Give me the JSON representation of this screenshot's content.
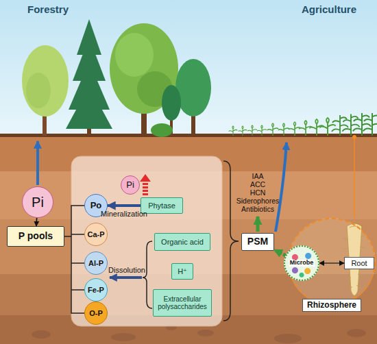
{
  "diagram": {
    "nodes": [
      {
        "text": [
          "Pi"
        ]
      },
      {
        "text": [
          "P pools"
        ]
      },
      {
        "text": [
          "Po"
        ]
      },
      {
        "text": [
          "Ca-P"
        ]
      },
      {
        "text": [
          "Al-P"
        ]
      },
      {
        "text": [
          "Fe-P"
        ]
      },
      {
        "text": [
          "O-P"
        ]
      },
      {
        "text": [
          "Pi"
        ]
      },
      {
        "text": [
          "Phytase"
        ]
      },
      {
        "text": [
          "Organic acid"
        ]
      },
      {
        "text": [
          "H⁺"
        ]
      },
      {
        "text": [
          "Extracellular polysaccharides"
        ]
      },
      {
        "text": [
          "PSM"
        ]
      },
      {
        "text": [
          "Rhizosphere"
        ]
      },
      {
        "text": [
          "Microbe"
        ],
        "in": 13
      },
      {
        "text": [
          "Root"
        ],
        "in": 13
      }
    ],
    "edges": [
      {
        "from": 0,
        "to": 1,
        "arrow": "to"
      },
      {
        "from": 8,
        "to": 2,
        "label": "Mineralization",
        "arrow": "to"
      },
      {
        "from": 14,
        "to": 12,
        "arrow": "to"
      },
      {
        "from": 14,
        "to": 15,
        "arrow": "both"
      }
    ],
    "labels": [
      "Forestry",
      "Agriculture",
      "Dissolution",
      "IAA",
      "ACC",
      "HCN",
      "Siderophores",
      "Antibiotics"
    ]
  }
}
